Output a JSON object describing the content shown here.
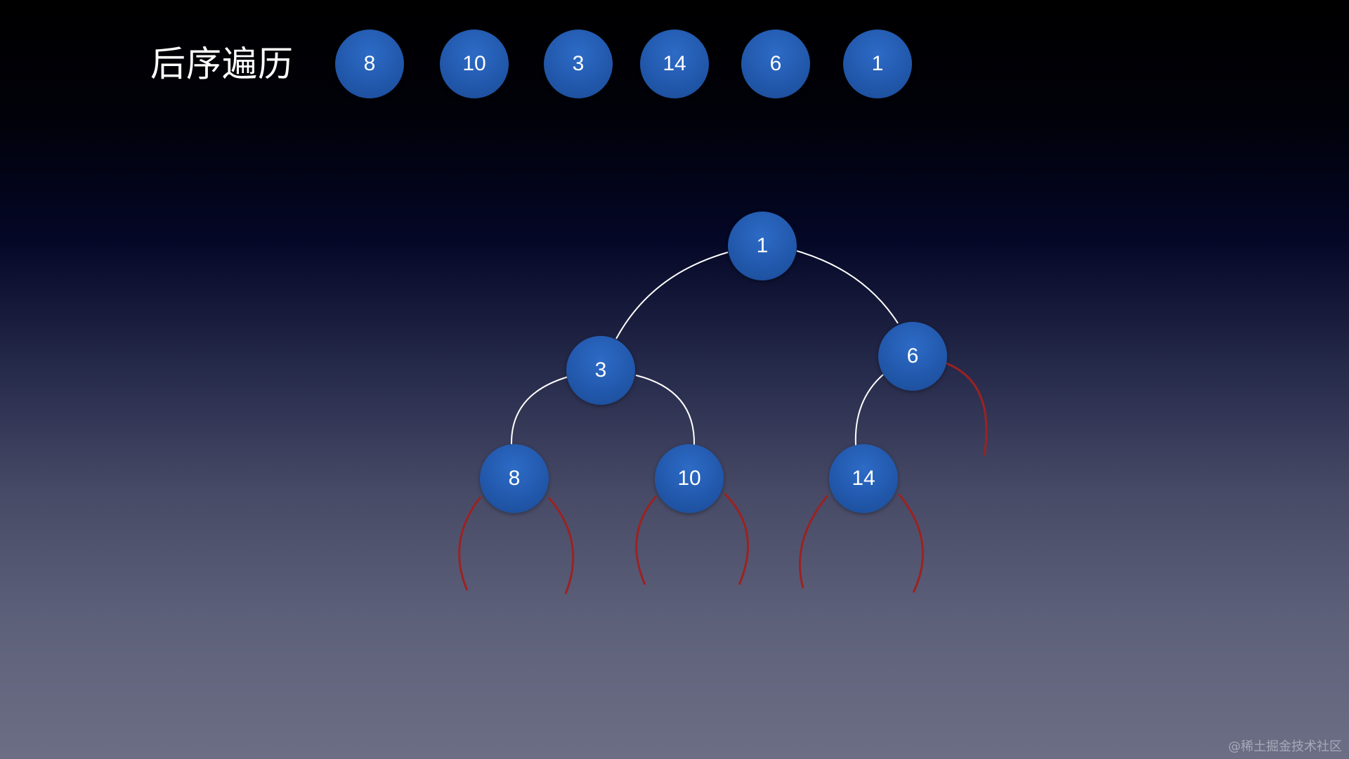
{
  "title": "后序遍历",
  "sequence": [
    "8",
    "10",
    "3",
    "14",
    "6",
    "1"
  ],
  "tree": {
    "nodes": [
      {
        "id": "1",
        "label": "1"
      },
      {
        "id": "3",
        "label": "3"
      },
      {
        "id": "6",
        "label": "6"
      },
      {
        "id": "8",
        "label": "8"
      },
      {
        "id": "10",
        "label": "10"
      },
      {
        "id": "14",
        "label": "14"
      }
    ],
    "edges": [
      {
        "from": "1",
        "to": "3"
      },
      {
        "from": "1",
        "to": "6"
      },
      {
        "from": "3",
        "to": "8"
      },
      {
        "from": "3",
        "to": "10"
      },
      {
        "from": "6",
        "to": "14"
      }
    ],
    "null_links": [
      "8-left",
      "8-right",
      "10-left",
      "10-right",
      "14-left",
      "14-right",
      "6-right"
    ]
  },
  "colors": {
    "node_fill": "#2259ad",
    "edge": "#ffffff",
    "null_edge": "#9b2222"
  },
  "watermark": "@稀土掘金技术社区"
}
